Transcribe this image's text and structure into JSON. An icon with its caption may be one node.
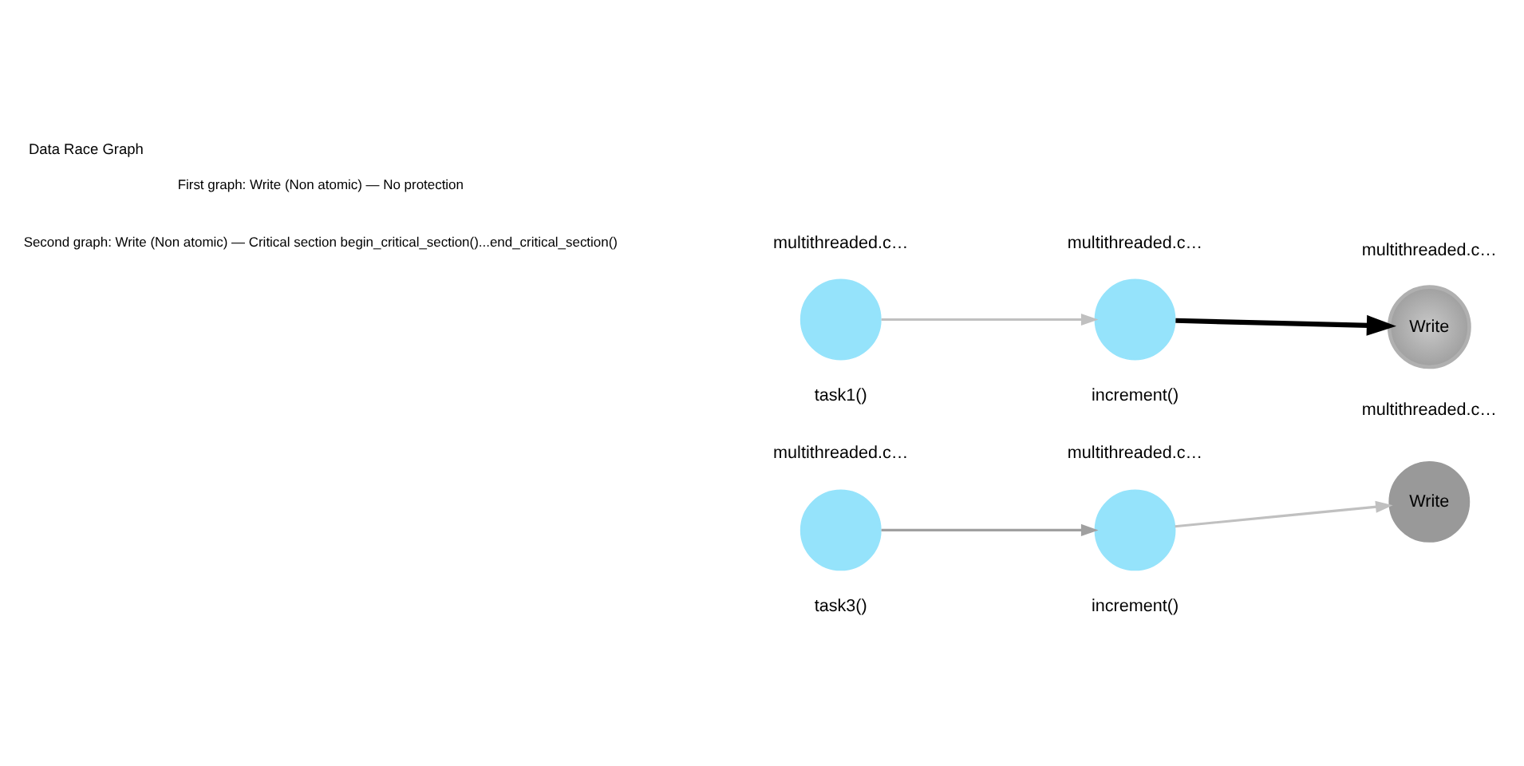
{
  "diagram": {
    "title": "Data Race Graph",
    "nodes": [
      {
        "text": [],
        "shape": "circle",
        "beside": [
          "multithreaded.c…",
          "task1()"
        ]
      },
      {
        "text": [],
        "shape": "circle",
        "beside": [
          "multithreaded.c…",
          "increment()"
        ]
      },
      {
        "text": [
          "Write"
        ],
        "beside": [
          "multithreaded.c…"
        ]
      },
      {
        "text": [],
        "shape": "circle",
        "beside": [
          "multithreaded.c…",
          "task3()"
        ]
      },
      {
        "text": [],
        "shape": "circle",
        "beside": [
          "multithreaded.c…",
          "increment()"
        ]
      },
      {
        "text": [
          "Write"
        ],
        "beside": [
          "multithreaded.c…"
        ]
      }
    ],
    "edges": [
      {
        "from": 0,
        "to": 1,
        "arrow": "to"
      },
      {
        "from": 1,
        "to": 2,
        "arrow": "to",
        "style": "thick",
        "color": "#000000"
      },
      {
        "from": 3,
        "to": 4,
        "arrow": "to",
        "color": "#a0a0a0"
      },
      {
        "from": 4,
        "to": 5,
        "arrow": "to"
      }
    ],
    "labels": [
      "First graph: Write (Non atomic) — No protection",
      "Second graph: Write (Non atomic) — Critical section begin_critical_section()...end_critical_section()"
    ]
  }
}
